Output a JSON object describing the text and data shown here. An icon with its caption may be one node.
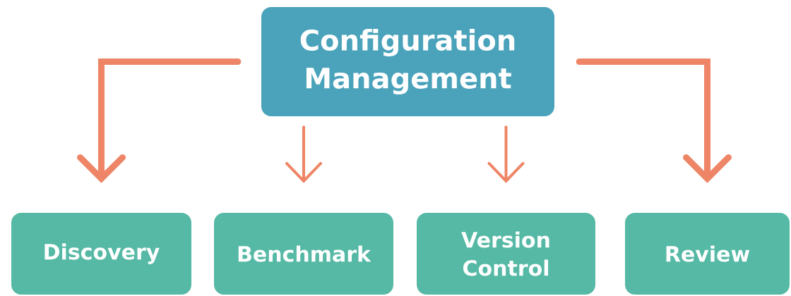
{
  "diagram": {
    "nodes": [
      {
        "text": [
          "Configuration Management"
        ]
      },
      {
        "text": [
          "Discovery"
        ]
      },
      {
        "text": [
          "Benchmark"
        ]
      },
      {
        "text": [
          "Version Control"
        ]
      },
      {
        "text": [
          "Review"
        ]
      }
    ],
    "edges": [
      {
        "from": 0,
        "to": 1,
        "arrow": "to",
        "style": "thick"
      },
      {
        "from": 0,
        "to": 2,
        "arrow": "to"
      },
      {
        "from": 0,
        "to": 3,
        "arrow": "to"
      },
      {
        "from": 0,
        "to": 4,
        "arrow": "to",
        "style": "thick"
      }
    ]
  }
}
